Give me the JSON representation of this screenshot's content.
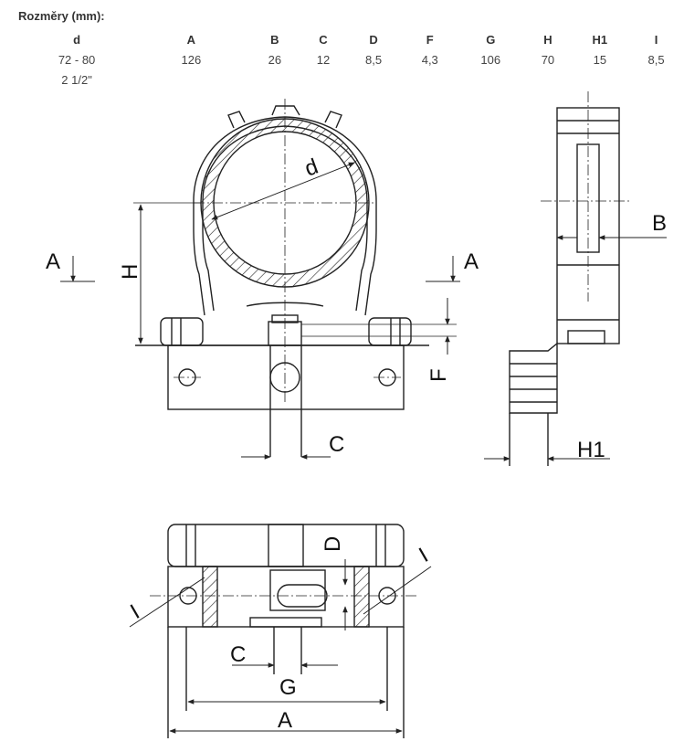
{
  "title": "Rozměry (mm):",
  "table": {
    "headers": [
      "d",
      "A",
      "B",
      "C",
      "D",
      "F",
      "G",
      "H",
      "H1",
      "I"
    ],
    "row": [
      "72 - 80",
      "126",
      "26",
      "12",
      "8,5",
      "4,3",
      "106",
      "70",
      "15",
      "8,5"
    ],
    "sub": "2 1/2\""
  },
  "labels": {
    "d": "d",
    "A": "A",
    "B": "B",
    "C": "C",
    "D": "D",
    "F": "F",
    "G": "G",
    "H": "H",
    "H1": "H1",
    "I": "I"
  }
}
